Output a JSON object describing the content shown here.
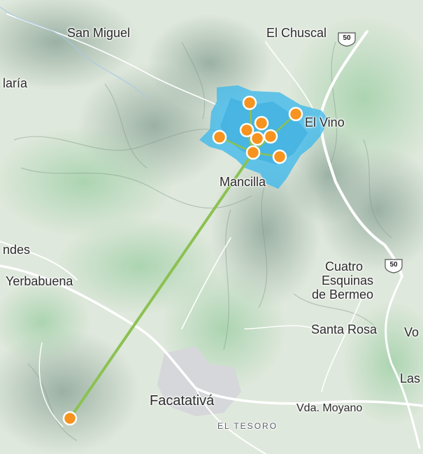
{
  "map": {
    "places": {
      "san_miguel": "San Miguel",
      "el_chuscal": "El Chuscal",
      "maria": "laría",
      "el_vino": "El Vino",
      "mancilla": "Mancilla",
      "andes": "ndes",
      "yerbabuena": "Yerbabuena",
      "cuatro_line1": "Cuatro",
      "cuatro_line2": "Esquinas",
      "cuatro_line3": "de Bermeo",
      "santa_rosa": "Santa Rosa",
      "vo": "Vo",
      "las": "Las",
      "facatativa": "Facatativá",
      "vda_moyano": "Vda. Moyano",
      "el_tesoro": "EL TESORO"
    },
    "route_shields": [
      "50",
      "50"
    ],
    "colors": {
      "marker_fill": "#f7931e",
      "marker_stroke": "#ffffff",
      "connector_line": "#8cc152",
      "cluster_area": "#3fb8ec",
      "terrain_base": "#dfe8dc",
      "urban_area": "#d6d7da"
    }
  }
}
